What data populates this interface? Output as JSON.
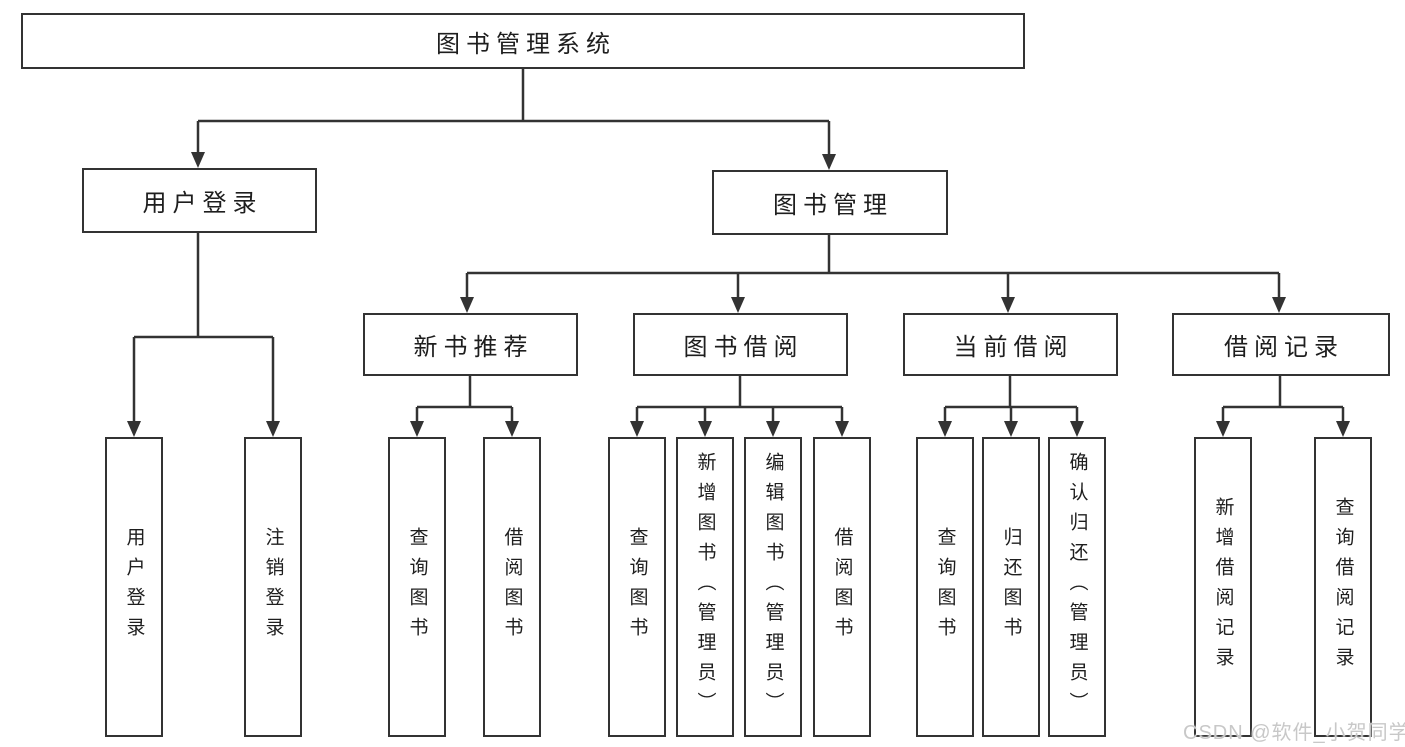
{
  "diagram_title": "图书管理系统",
  "tree": {
    "root": {
      "label": "图书管理系统"
    },
    "level2": [
      {
        "label": "用户登录"
      },
      {
        "label": "图书管理"
      }
    ],
    "level3": [
      {
        "parent": "图书管理",
        "label": "新书推荐"
      },
      {
        "parent": "图书管理",
        "label": "图书借阅"
      },
      {
        "parent": "图书管理",
        "label": "当前借阅"
      },
      {
        "parent": "图书管理",
        "label": "借阅记录"
      }
    ],
    "level4": [
      {
        "parent": "用户登录",
        "label": "用户登录"
      },
      {
        "parent": "用户登录",
        "label": "注销登录"
      },
      {
        "parent": "新书推荐",
        "label": "查询图书"
      },
      {
        "parent": "新书推荐",
        "label": "借阅图书"
      },
      {
        "parent": "图书借阅",
        "label": "查询图书"
      },
      {
        "parent": "图书借阅",
        "label": "新增图书（管理员）"
      },
      {
        "parent": "图书借阅",
        "label": "编辑图书（管理员）"
      },
      {
        "parent": "图书借阅",
        "label": "借阅图书"
      },
      {
        "parent": "当前借阅",
        "label": "查询图书"
      },
      {
        "parent": "当前借阅",
        "label": "归还图书"
      },
      {
        "parent": "当前借阅",
        "label": "确认归还（管理员）"
      },
      {
        "parent": "借阅记录",
        "label": "新增借阅记录"
      },
      {
        "parent": "借阅记录",
        "label": "查询借阅记录"
      }
    ]
  },
  "watermark": "CSDN @软件_小贺同学",
  "colors": {
    "line": "#333333",
    "border": "#333333",
    "text": "#1e1e1e",
    "background": "#ffffff",
    "watermark": "#c8c8c8"
  }
}
